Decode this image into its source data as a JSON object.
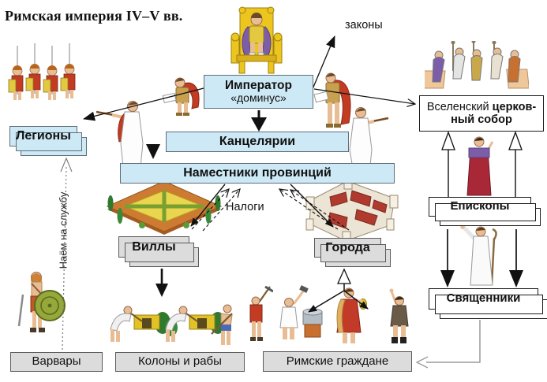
{
  "title": "Римская империя IV–V вв.",
  "labels": {
    "zakony": "законы",
    "nalogi": "Налоги",
    "naem": "Наём на службу"
  },
  "boxes": {
    "imperator_title": "Император",
    "imperator_sub": "«доминус»",
    "kancelarii": "Канцелярии",
    "namestniki": "Наместники провинций",
    "legiony": "Легионы",
    "villy": "Виллы",
    "goroda": "Города",
    "sobor_word1": "Вселенский",
    "sobor_word2": " церков-",
    "sobor_line2": "ный собор",
    "episkopy": "Епископы",
    "svyashchenniki": "Священники",
    "varvary": "Варвары",
    "kolony": "Колоны и рабы",
    "rimskie": "Римские граждане"
  },
  "colors": {
    "box_blue": "#cde9f6",
    "box_gray": "#dcdcdc",
    "box_white": "#ffffff",
    "arrow_black": "#111111",
    "arrow_gray": "#8a8a8a"
  }
}
